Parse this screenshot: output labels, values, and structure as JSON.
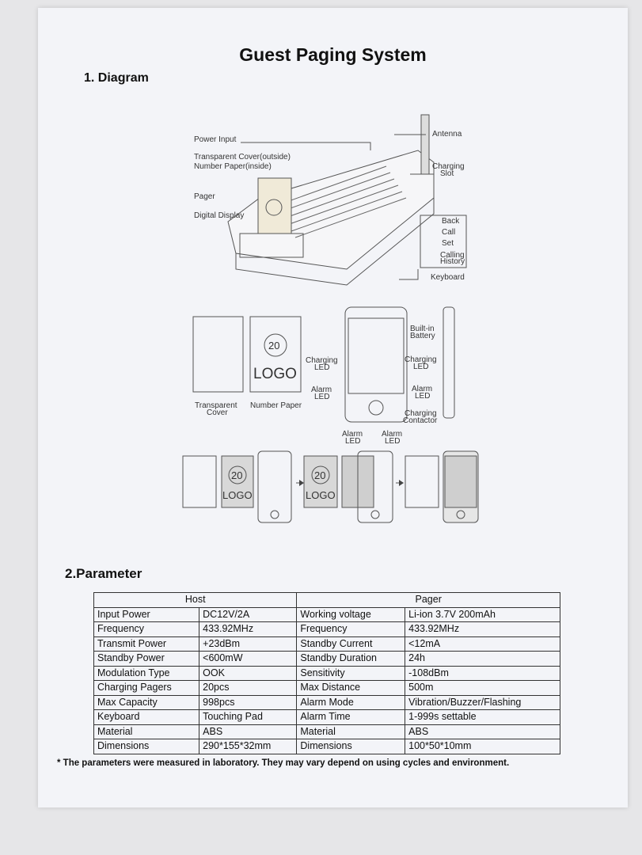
{
  "title": "Guest Paging System",
  "section1": "1. Diagram",
  "section2": "2.Parameter",
  "diagram_labels": {
    "power_input": "Power Input",
    "cover_line1": "Transparent Cover(outside)",
    "cover_line2": "Number Paper(inside)",
    "pager": "Pager",
    "digital_display": "Digital Display",
    "antenna": "Antenna",
    "charging_slot1": "Charging",
    "charging_slot2": "Slot",
    "back": "Back",
    "call": "Call",
    "set": "Set",
    "calling1": "Calling",
    "calling2": "History",
    "keyboard": "Keyboard",
    "transparent1": "Transparent",
    "transparent2": "Cover",
    "number_paper": "Number Paper",
    "num": "20",
    "logo": "LOGO",
    "charging_led1": "Charging",
    "charging_led2": "LED",
    "alarm_led1": "Alarm",
    "alarm_led2": "LED",
    "battery1": "Built-in",
    "battery2": "Battery",
    "contactor1": "Charging",
    "contactor2": "Contactor"
  },
  "table": {
    "host_header": "Host",
    "pager_header": "Pager",
    "rows": [
      [
        "Input Power",
        "DC12V/2A",
        "Working voltage",
        "Li-ion 3.7V 200mAh"
      ],
      [
        "Frequency",
        "433.92MHz",
        "Frequency",
        "433.92MHz"
      ],
      [
        "Transmit Power",
        "+23dBm",
        "Standby Current",
        "<12mA"
      ],
      [
        "Standby Power",
        "<600mW",
        "Standby Duration",
        "24h"
      ],
      [
        "Modulation Type",
        "OOK",
        "Sensitivity",
        "-108dBm"
      ],
      [
        "Charging Pagers",
        "20pcs",
        "Max Distance",
        "500m"
      ],
      [
        "Max Capacity",
        "998pcs",
        "Alarm Mode",
        "Vibration/Buzzer/Flashing"
      ],
      [
        "Keyboard",
        "Touching Pad",
        "Alarm Time",
        "1-999s settable"
      ],
      [
        "Material",
        "ABS",
        "Material",
        "ABS"
      ],
      [
        "Dimensions",
        "290*155*32mm",
        "Dimensions",
        "100*50*10mm"
      ]
    ]
  },
  "note": "* The parameters were measured in laboratory. They may vary depend on using cycles and environment."
}
